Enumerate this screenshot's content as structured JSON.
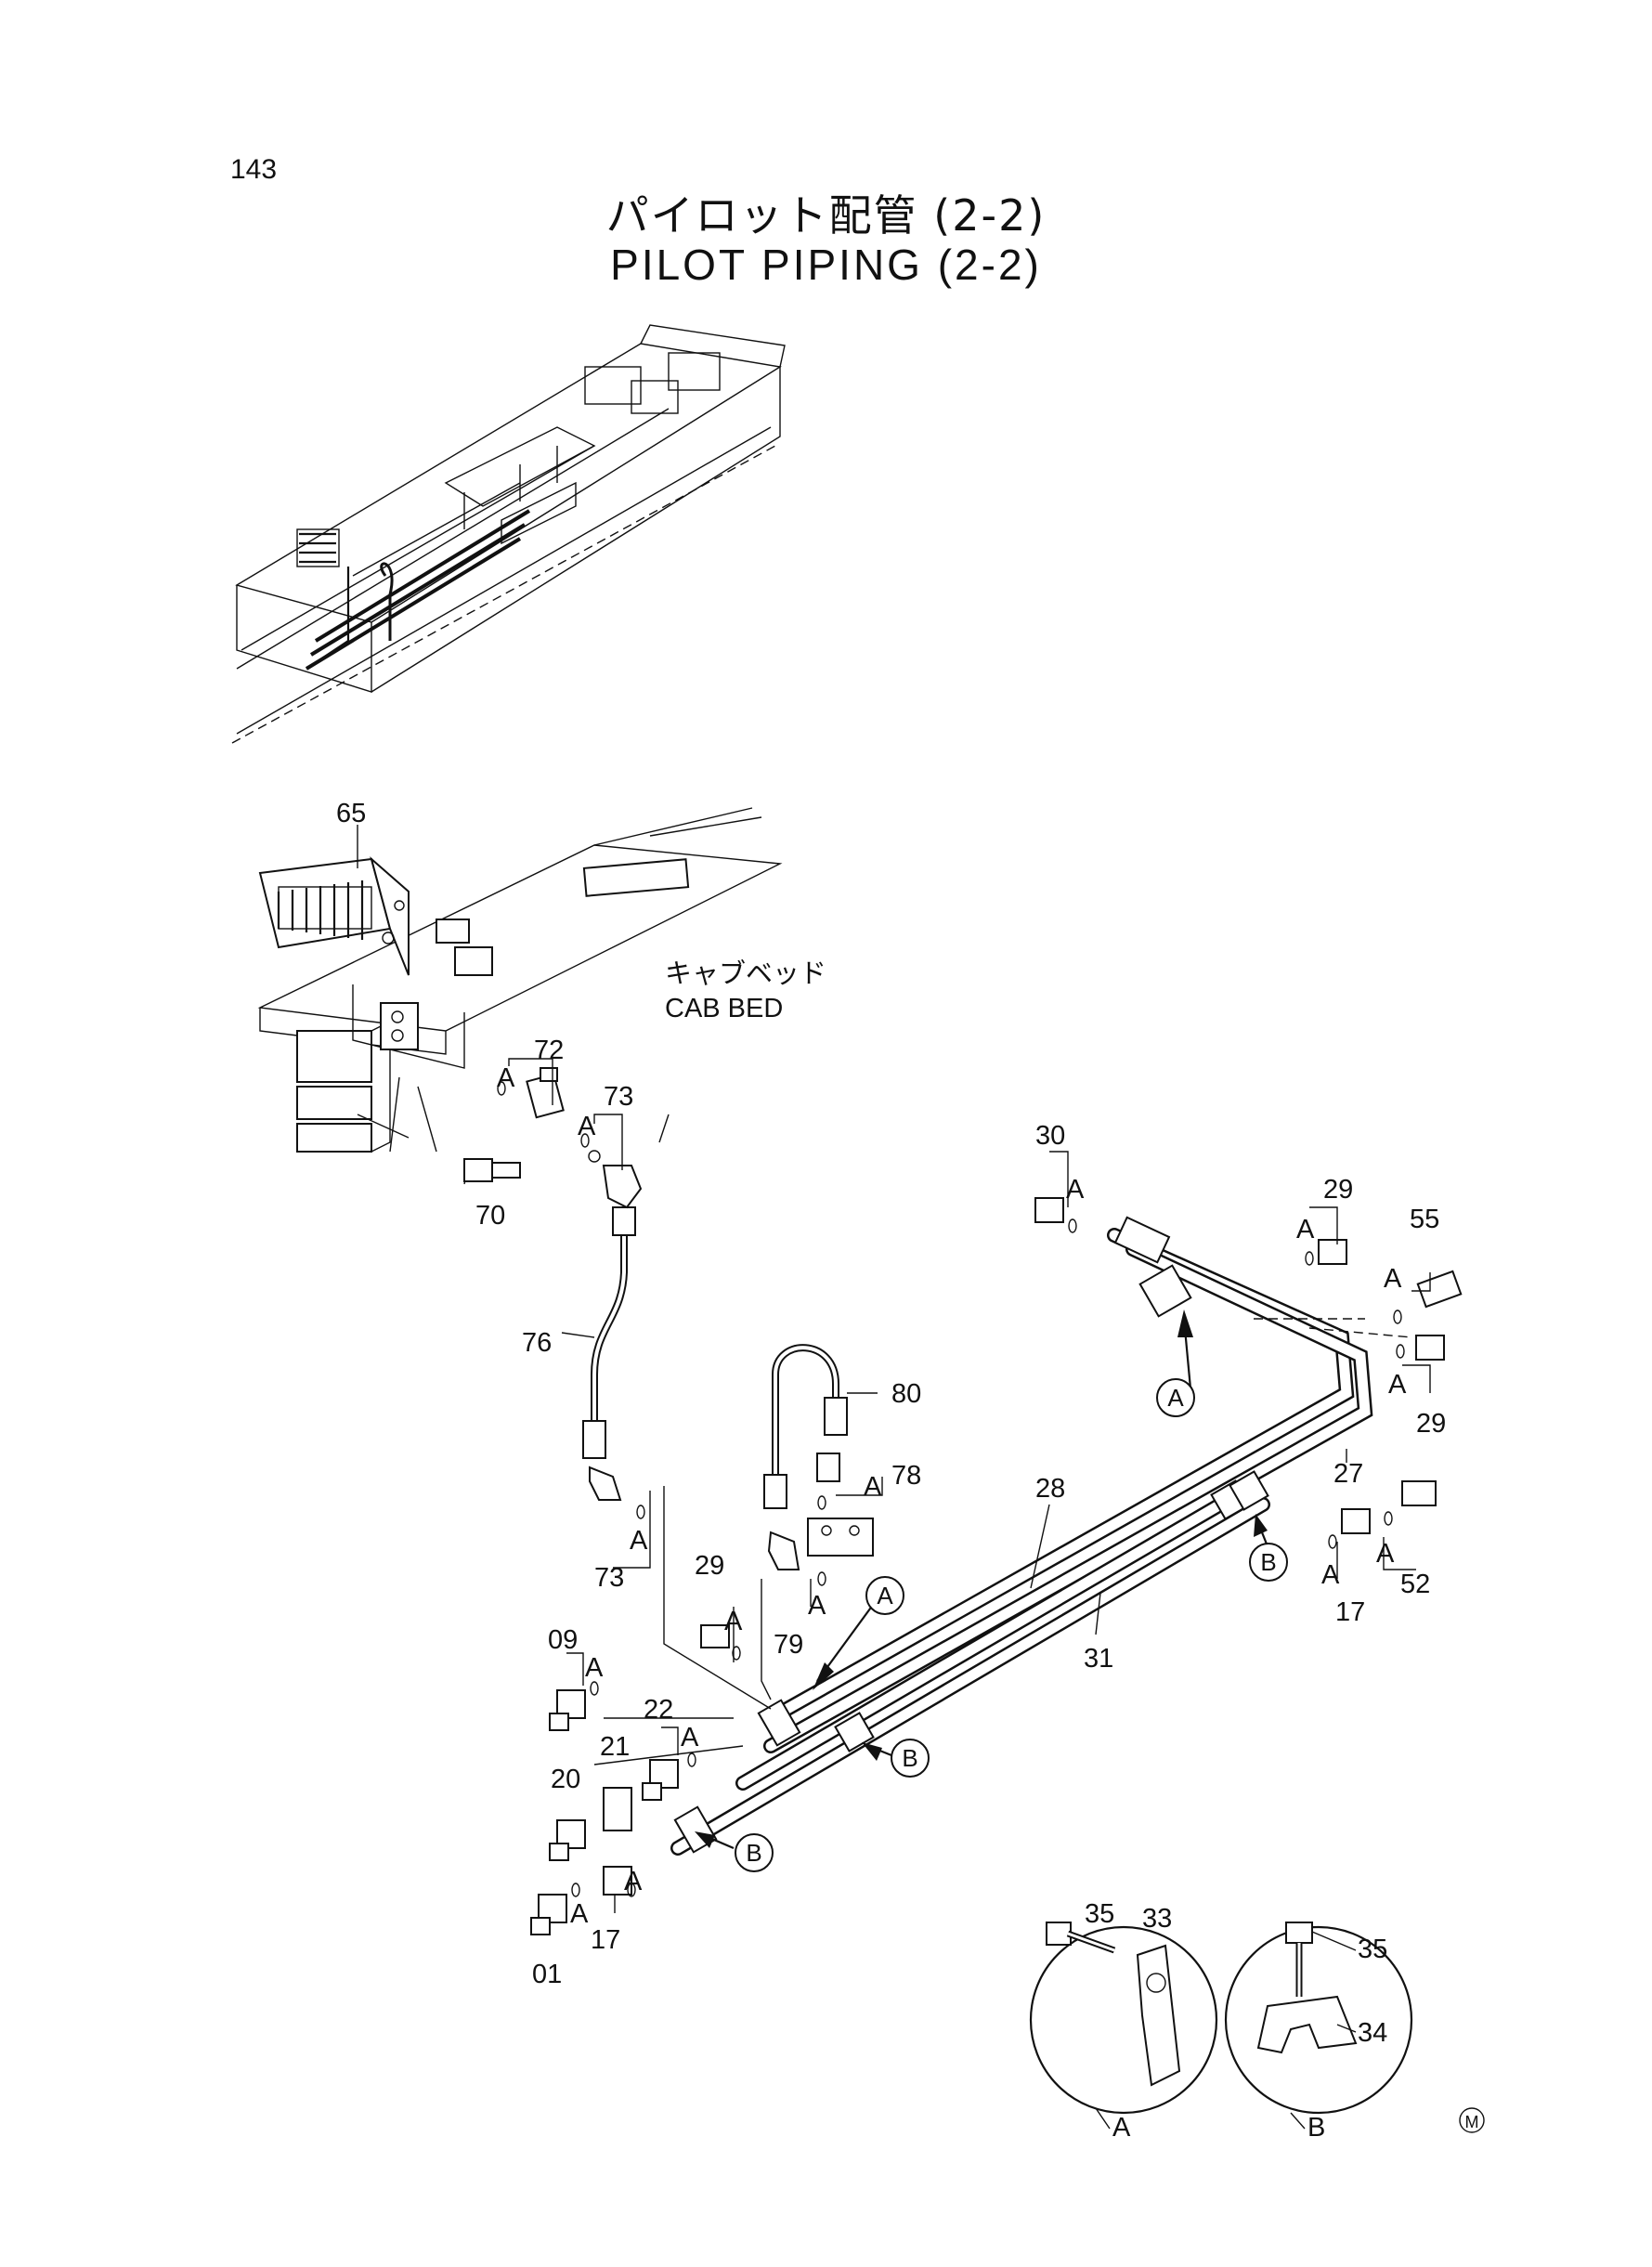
{
  "page_number": "143",
  "title_jp": "パイロット配管 (2-2)",
  "title_en": "PILOT PIPING (2-2)",
  "cab_bed_jp": "キャブベッド",
  "cab_bed_en": "CAB BED",
  "mark": "M",
  "callout_a": "A",
  "callout_b": "B",
  "part_labels": [
    "65",
    "72",
    "73",
    "70",
    "76",
    "80",
    "78",
    "73",
    "79",
    "29",
    "09",
    "22",
    "21",
    "20",
    "17",
    "01",
    "28",
    "31",
    "30",
    "29",
    "55",
    "29",
    "27",
    "17",
    "52",
    "35",
    "33",
    "35",
    "34"
  ],
  "detail_labels": [
    "A",
    "B"
  ],
  "o_ring_label": "A"
}
